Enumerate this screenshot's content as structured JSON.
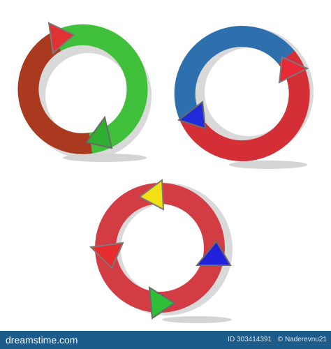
{
  "watermark": {
    "brand": "dreamstime.com",
    "id_text": "ID 303414391",
    "author_text": "© Naderevnu21"
  },
  "diagrams": [
    {
      "name": "two-arrow-cycle-red-green",
      "segments": [
        "#a93a1f",
        "#3fbf3a"
      ],
      "arrowheads": [
        "#e03232",
        "#2fae2f"
      ]
    },
    {
      "name": "two-arrow-cycle-blue-red",
      "segments": [
        "#2e6fae",
        "#d42f36"
      ],
      "arrowheads": [
        "#e82a36",
        "#1f2ad8"
      ]
    },
    {
      "name": "three-arrow-cycle-red",
      "segments": [
        "#d33c43"
      ],
      "arrowheads": [
        "#f2e012",
        "#2121dc",
        "#2fbf36",
        "#e62e2e"
      ]
    }
  ],
  "colors": {
    "footer_bg": "#1c5b8a",
    "shadow": "#c9c9c9"
  }
}
